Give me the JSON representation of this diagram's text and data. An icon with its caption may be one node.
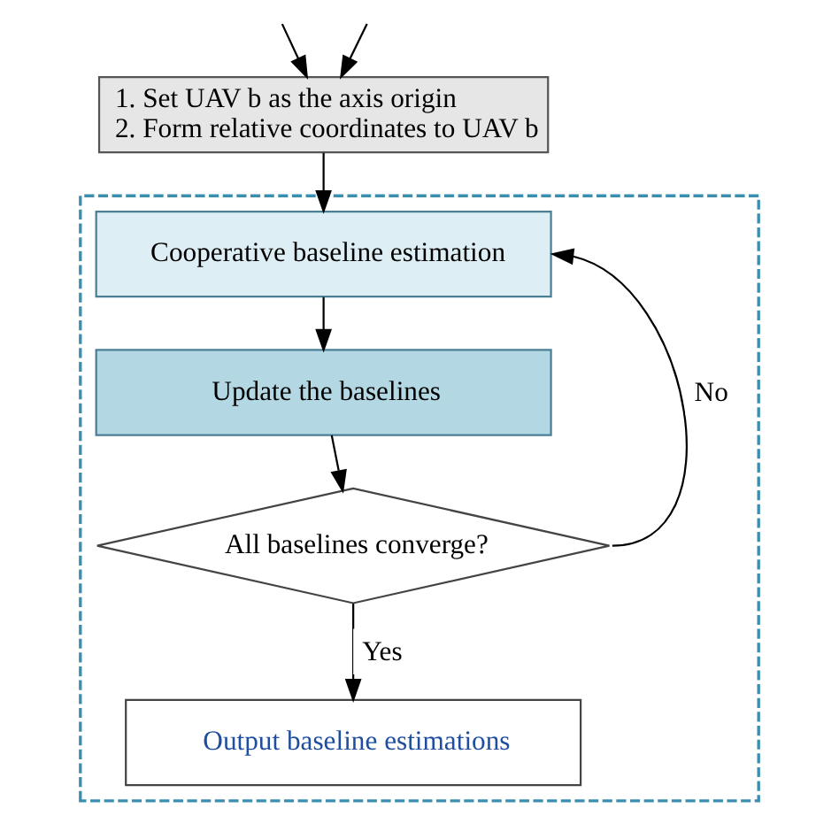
{
  "diagram": {
    "nodes": [
      {
        "text": [
          "1. Set UAV b as the axis origin",
          "2. Form relative coordinates to UAV b"
        ]
      },
      {
        "text": [],
        "shape": "box"
      },
      {
        "text": [
          "Cooperative baseline estimation"
        ],
        "in": 1
      },
      {
        "text": [
          "Update the baselines"
        ],
        "in": 1
      },
      {
        "text": [
          "All baselines converge?"
        ],
        "in": 1
      },
      {
        "text": [
          "Output baseline estimations"
        ],
        "in": 1
      }
    ],
    "edges": [
      {
        "from": null,
        "to": 0,
        "arrow": "to"
      },
      {
        "from": null,
        "to": 0,
        "arrow": "to"
      },
      {
        "from": 0,
        "to": 2,
        "arrow": "to"
      },
      {
        "from": 2,
        "to": 3,
        "arrow": "to"
      },
      {
        "from": 3,
        "to": 4,
        "arrow": "to"
      },
      {
        "from": 4,
        "to": 2,
        "arrow": "to",
        "label": "No"
      },
      {
        "from": 4,
        "to": 5,
        "arrow": "to",
        "label": "Yes"
      }
    ]
  }
}
